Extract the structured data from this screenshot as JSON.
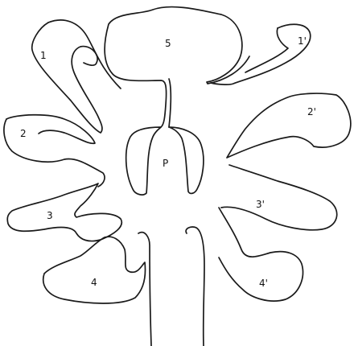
{
  "labels": {
    "lobe_1": "1",
    "lobe_1p": "1'",
    "lobe_2": "2",
    "lobe_2p": "2'",
    "lobe_3": "3",
    "lobe_3p": "3'",
    "lobe_4": "4",
    "lobe_4p": "4'",
    "lobe_5": "5",
    "center": "P"
  },
  "colors": {
    "outline": "#1a1a1a",
    "background": "#ffffff"
  }
}
